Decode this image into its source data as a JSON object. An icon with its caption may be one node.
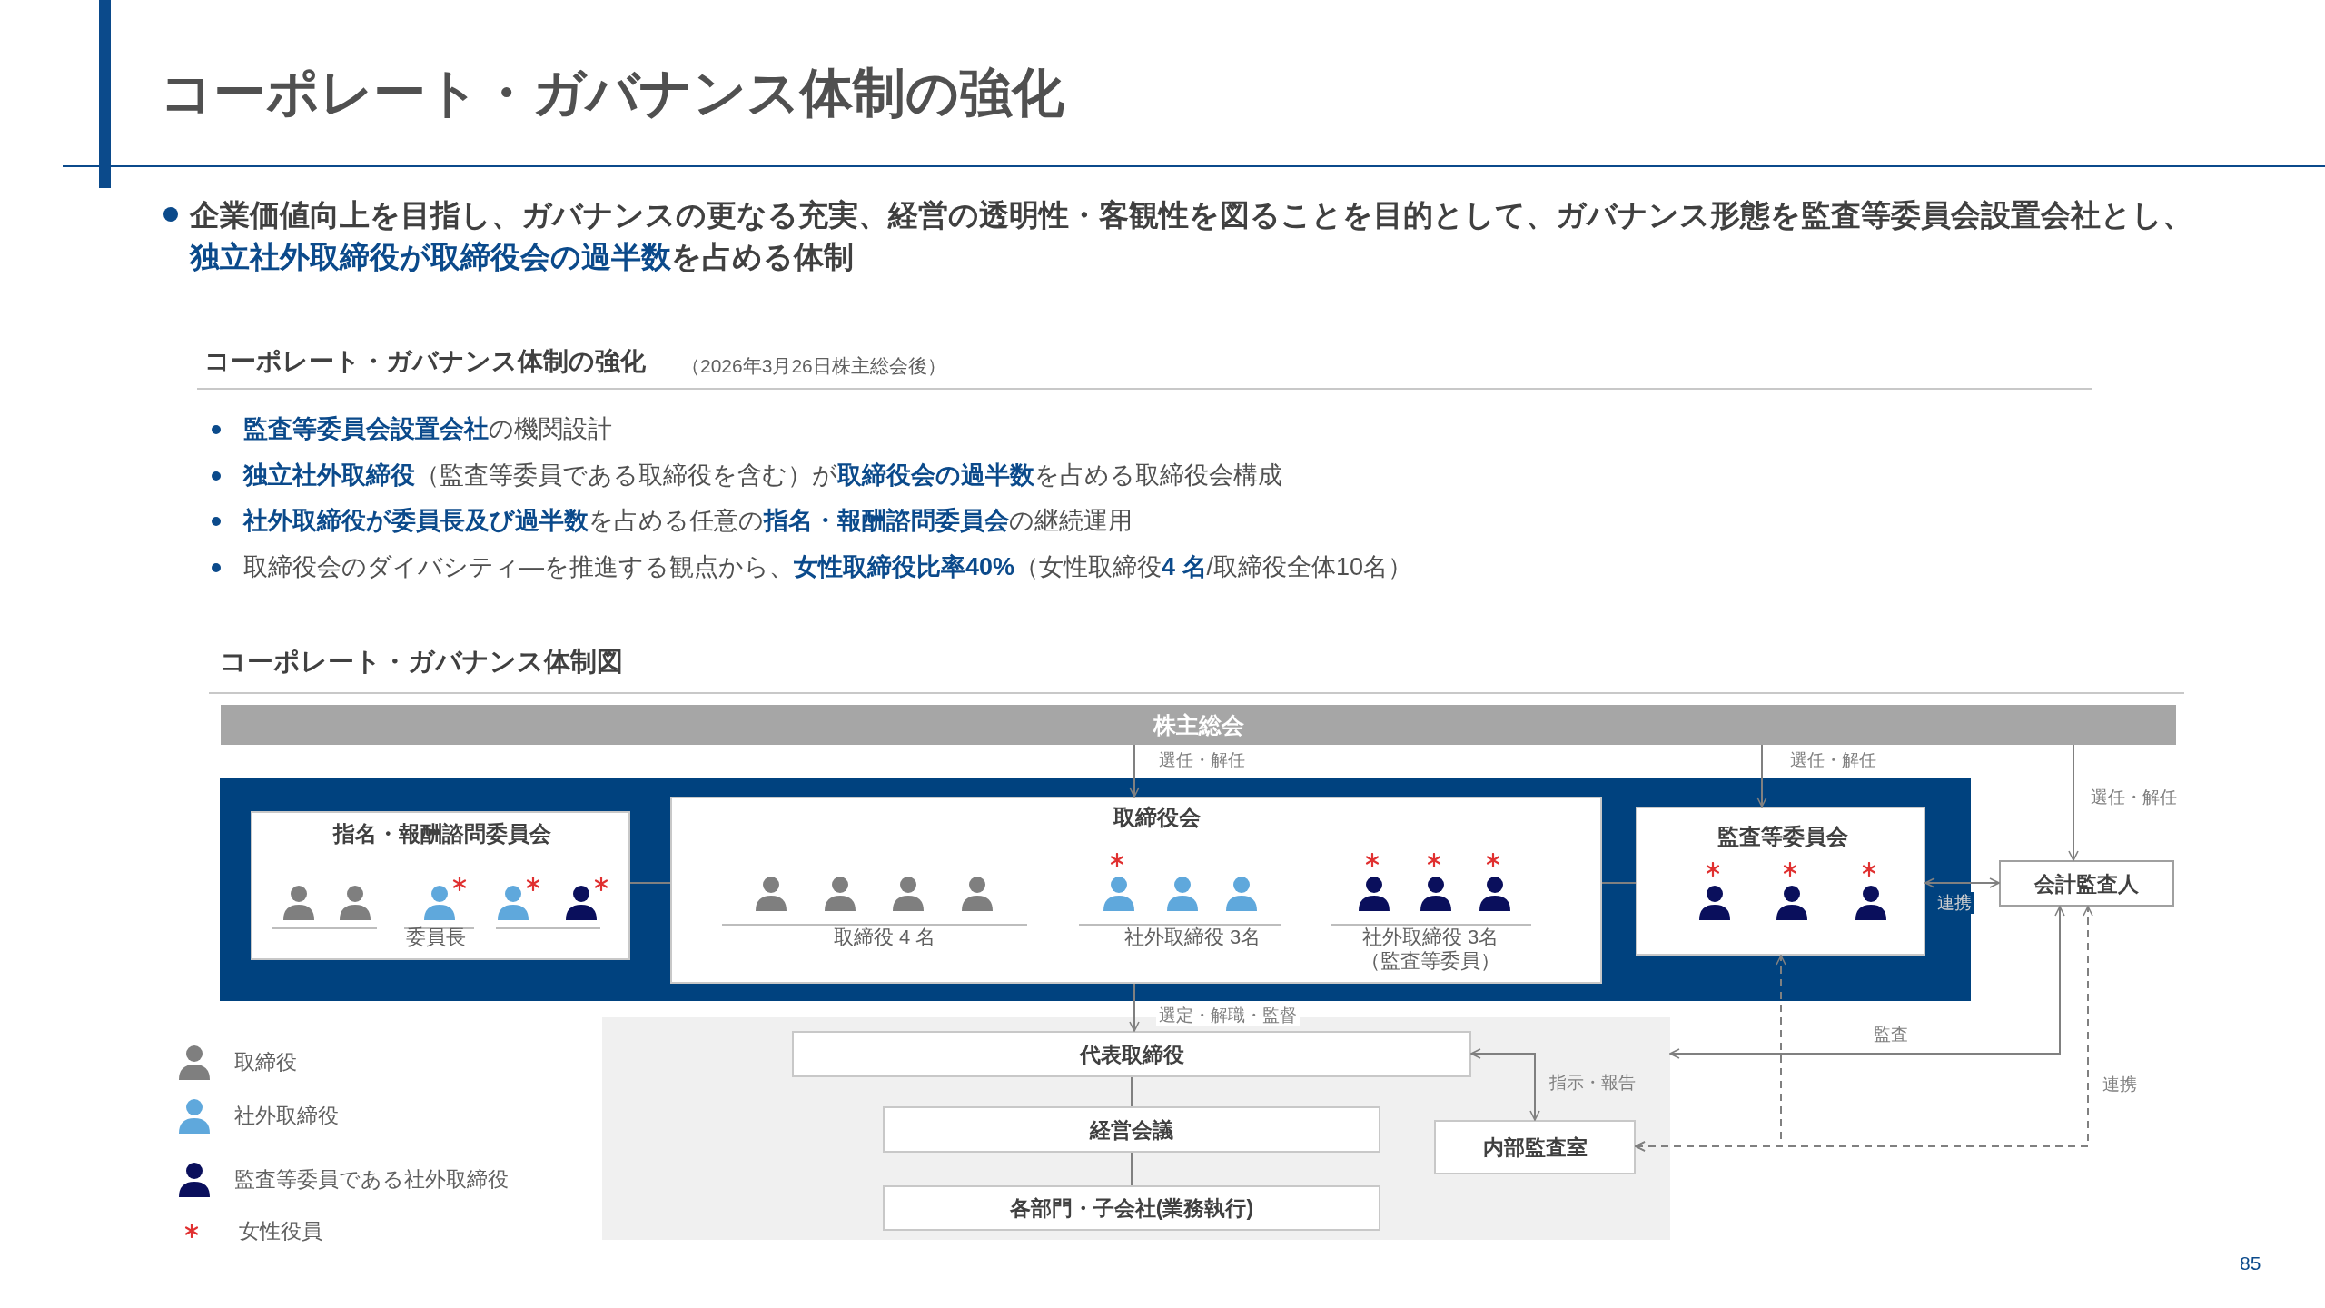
{
  "diagram": {
    "title": "コーポレート・ガバナンス体制の強化",
    "nodes": [
      {
        "text": [
          "株主総会"
        ]
      },
      {
        "text": [],
        "shape": "box"
      },
      {
        "text": [
          "指名・報酬諮問委員会",
          "委員長"
        ],
        "in": 1
      },
      {
        "text": [
          "取締役会",
          "取締役 4 名",
          "社外取締役 3名",
          "社外取締役 3名（監査等委員）"
        ],
        "in": 1
      },
      {
        "text": [
          "監査等委員会"
        ],
        "in": 1
      },
      {
        "text": [
          "会計監査人"
        ]
      },
      {
        "text": [],
        "shape": "box"
      },
      {
        "text": [
          "代表取締役"
        ],
        "in": 6
      },
      {
        "text": [
          "経営会議"
        ],
        "in": 6
      },
      {
        "text": [
          "各部門・子会社(業務執行)"
        ],
        "in": 6
      },
      {
        "text": [
          "内部監査室"
        ],
        "in": 6
      }
    ],
    "edges": [
      {
        "from": 0,
        "to": 3,
        "arrow": "to",
        "label": "選任・解任"
      },
      {
        "from": 0,
        "to": 4,
        "arrow": "to",
        "label": "選任・解任"
      },
      {
        "from": 0,
        "to": 5,
        "arrow": "to",
        "label": "選任・解任"
      },
      {
        "from": 2,
        "to": 3,
        "arrow": "none"
      },
      {
        "from": 3,
        "to": 4,
        "arrow": "none"
      },
      {
        "from": 4,
        "to": 5,
        "arrow": "both",
        "label": "連携"
      },
      {
        "from": 3,
        "to": 7,
        "arrow": "to",
        "label": "選定・解職・監督"
      },
      {
        "from": 7,
        "to": 8,
        "arrow": "none"
      },
      {
        "from": 8,
        "to": 9,
        "arrow": "none"
      },
      {
        "from": 7,
        "to": 10,
        "arrow": "both",
        "label": "指示・報告"
      },
      {
        "from": 6,
        "to": 5,
        "arrow": "both",
        "label": "監査"
      },
      {
        "from": 10,
        "to": 4,
        "arrow": "both",
        "style": "dashed"
      },
      {
        "from": 10,
        "to": 5,
        "arrow": "both",
        "style": "dashed",
        "label": "連携"
      }
    ],
    "labels": [
      "企業価値向上を目指し、ガバナンスの更なる充実、経営の透明性・客観性を図ることを目的として、ガバナンス形態を監査等委員会設置会社とし、**独立社外取締役が取締役会の過半数**を占める体制",
      "コーポレート・ガバナンス体制の強化",
      "（2026年3月26日株主総会後）",
      "**監査等委員会設置会社**の機関設計",
      "**独立社外取締役**（監査等委員である取締役を含む）が**取締役会の過半数**を占める取締役会構成",
      "**社外取締役が委員長及び過半数**を占める任意の**指名・報酬諮問委員会**の継続運用",
      "取締役会のダイバシティ―を推進する観点から、**女性取締役比率40%**（女性取締役**4 名**/取締役全体10名）",
      "コーポレート・ガバナンス体制図",
      "85"
    ],
    "legend": [
      {
        "text": "取締役"
      },
      {
        "text": "社外取締役"
      },
      {
        "text": "監査等委員である社外取締役"
      },
      {
        "text": "女性役員"
      }
    ]
  }
}
